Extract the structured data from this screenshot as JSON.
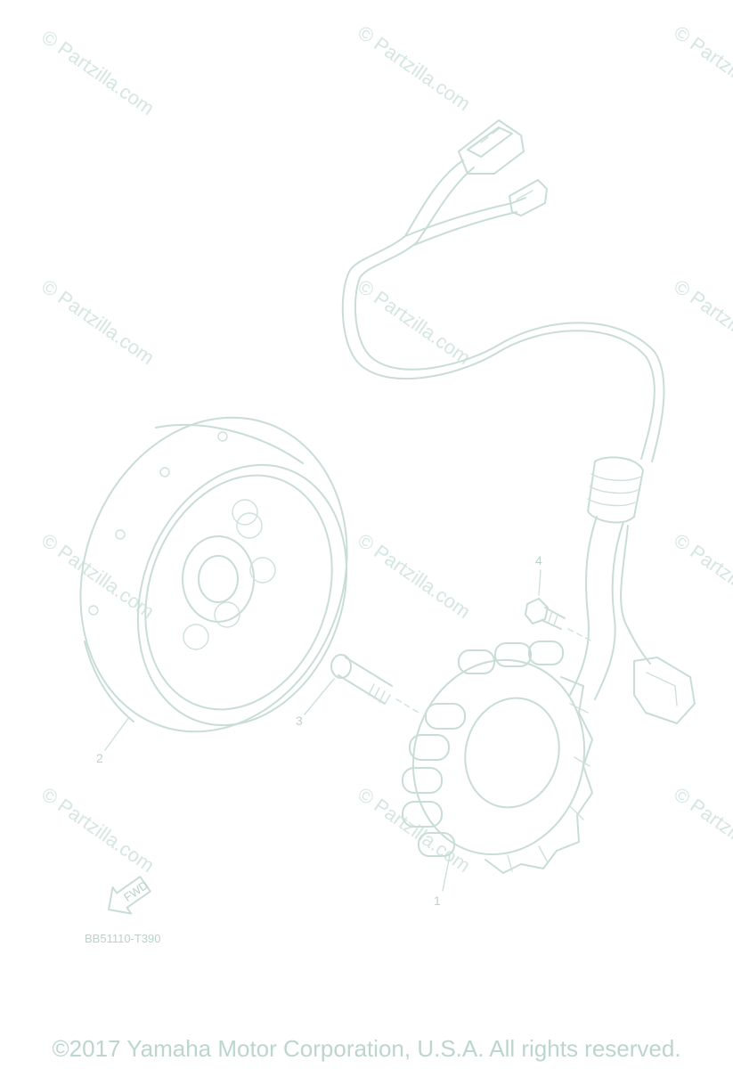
{
  "watermark": "© Partzilla.com",
  "callouts": {
    "stator": "1",
    "rotor": "2",
    "bolt_long": "3",
    "bolt_short": "4"
  },
  "arrow_label": "FWD",
  "diagram_code": "BB51110-T390",
  "copyright": "©2017 Yamaha Motor Corporation, U.S.A. All rights reserved."
}
